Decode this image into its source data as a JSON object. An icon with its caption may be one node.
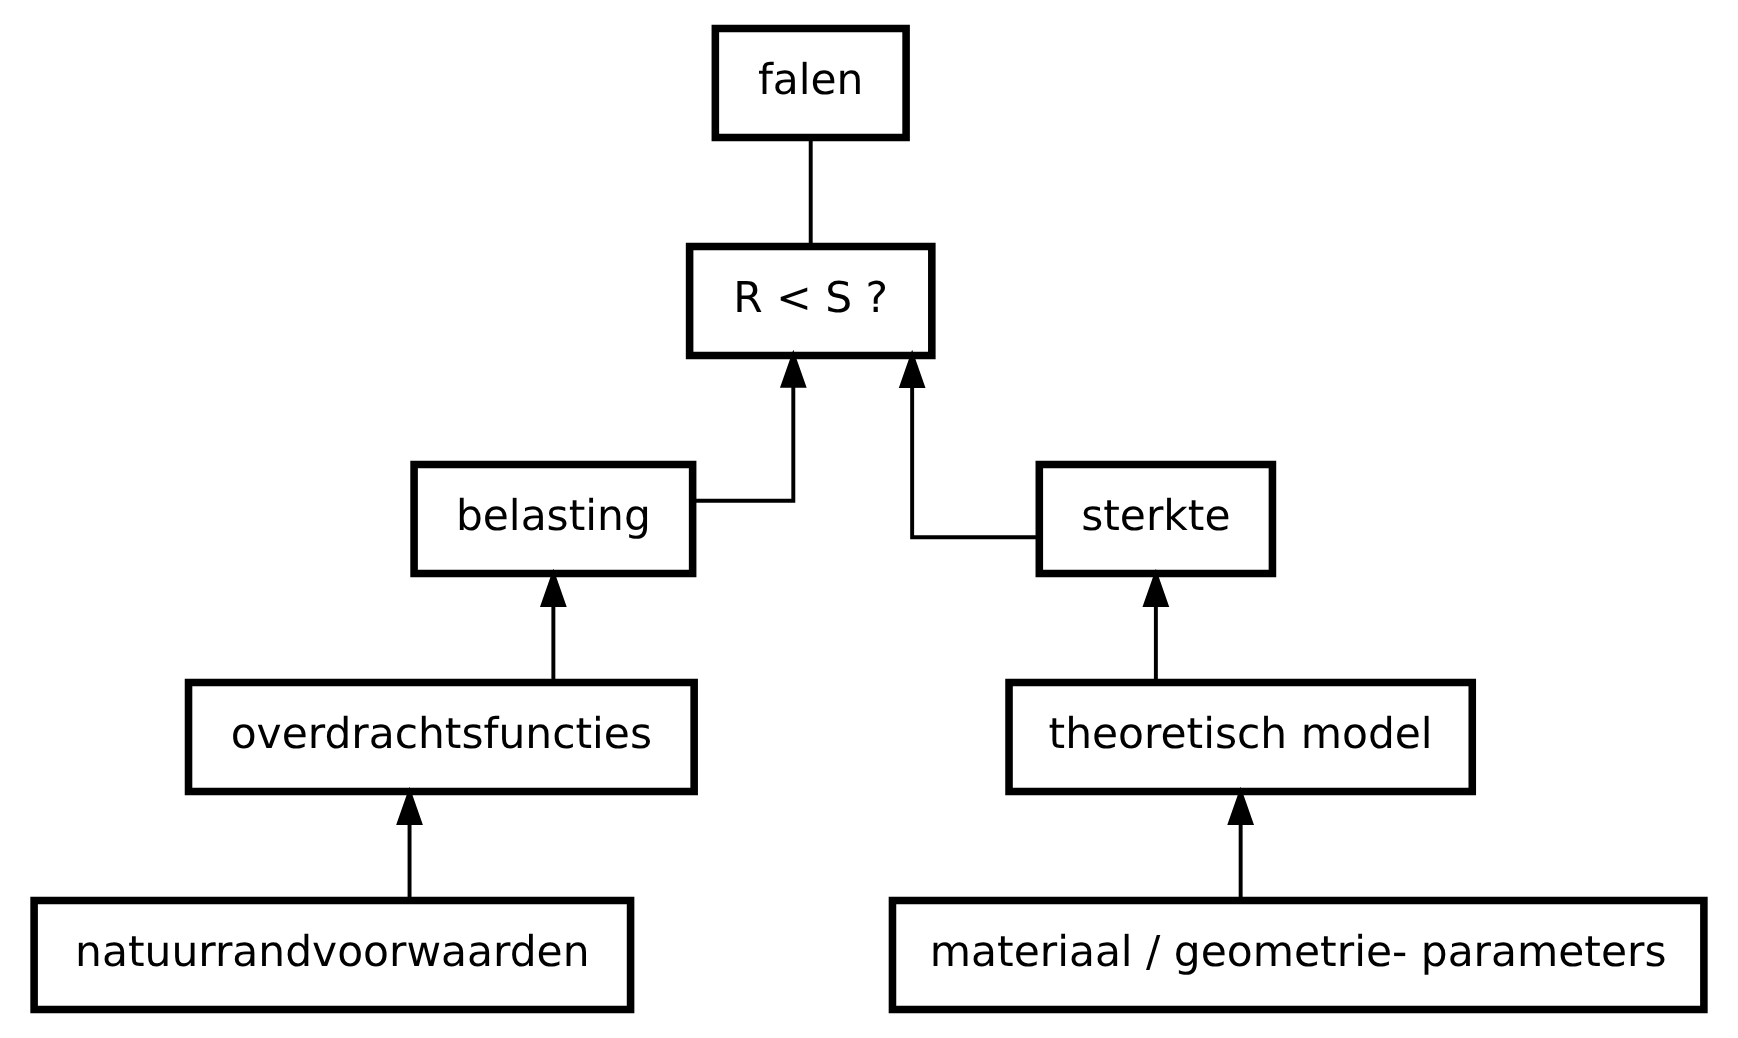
{
  "diagram": {
    "nodes": [
      {
        "text": [
          "falen"
        ]
      },
      {
        "text": [
          "R < S ?"
        ]
      },
      {
        "text": [
          "belasting"
        ]
      },
      {
        "text": [
          "overdrachtsfuncties"
        ]
      },
      {
        "text": [
          "natuurrandvoorwaarden"
        ]
      },
      {
        "text": [
          "sterkte"
        ]
      },
      {
        "text": [
          "theoretisch model"
        ]
      },
      {
        "text": [
          "materiaal / geometrie- parameters"
        ]
      }
    ],
    "edges": [
      {
        "from": 1,
        "to": 0,
        "arrow": "none"
      },
      {
        "from": 2,
        "to": 1,
        "arrow": "to"
      },
      {
        "from": 5,
        "to": 1,
        "arrow": "to"
      },
      {
        "from": 3,
        "to": 2,
        "arrow": "to"
      },
      {
        "from": 6,
        "to": 5,
        "arrow": "to"
      },
      {
        "from": 4,
        "to": 3,
        "arrow": "to"
      },
      {
        "from": 7,
        "to": 6,
        "arrow": "to"
      }
    ]
  }
}
